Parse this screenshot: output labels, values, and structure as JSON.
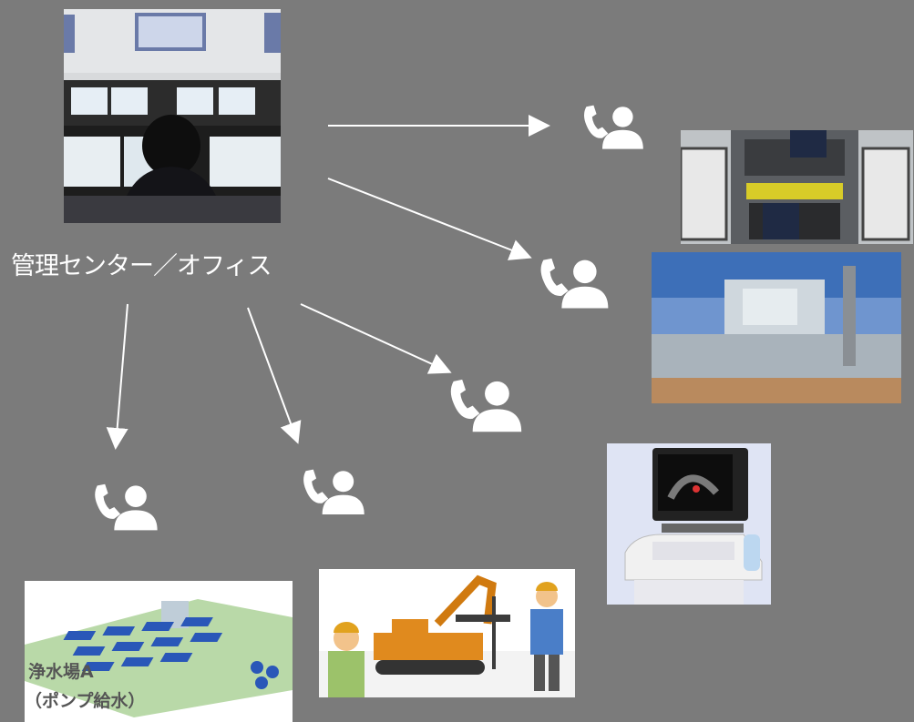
{
  "center": {
    "label": "管理センター／オフィス",
    "image": "control-room-monitors-photo"
  },
  "contacts": [
    {
      "name": "escalator-maintenance",
      "icon": "phone-person-icon",
      "image": "escalator-maintenance-photo"
    },
    {
      "name": "power-plant",
      "icon": "phone-person-icon",
      "image": "power-plant-photo"
    },
    {
      "name": "ultrasound-device",
      "icon": "phone-person-icon",
      "image": "ultrasound-machine-photo"
    },
    {
      "name": "construction-site",
      "icon": "phone-person-icon",
      "image": "construction-excavator-illustration"
    },
    {
      "name": "water-plant",
      "icon": "phone-person-icon",
      "image": "water-purification-plant-illustration"
    }
  ],
  "water_plant": {
    "line1": "浄水場A",
    "line2": "（ポンプ給水）"
  },
  "colors": {
    "background": "#7b7b7b",
    "arrow": "#ffffff",
    "icon": "#ffffff"
  }
}
